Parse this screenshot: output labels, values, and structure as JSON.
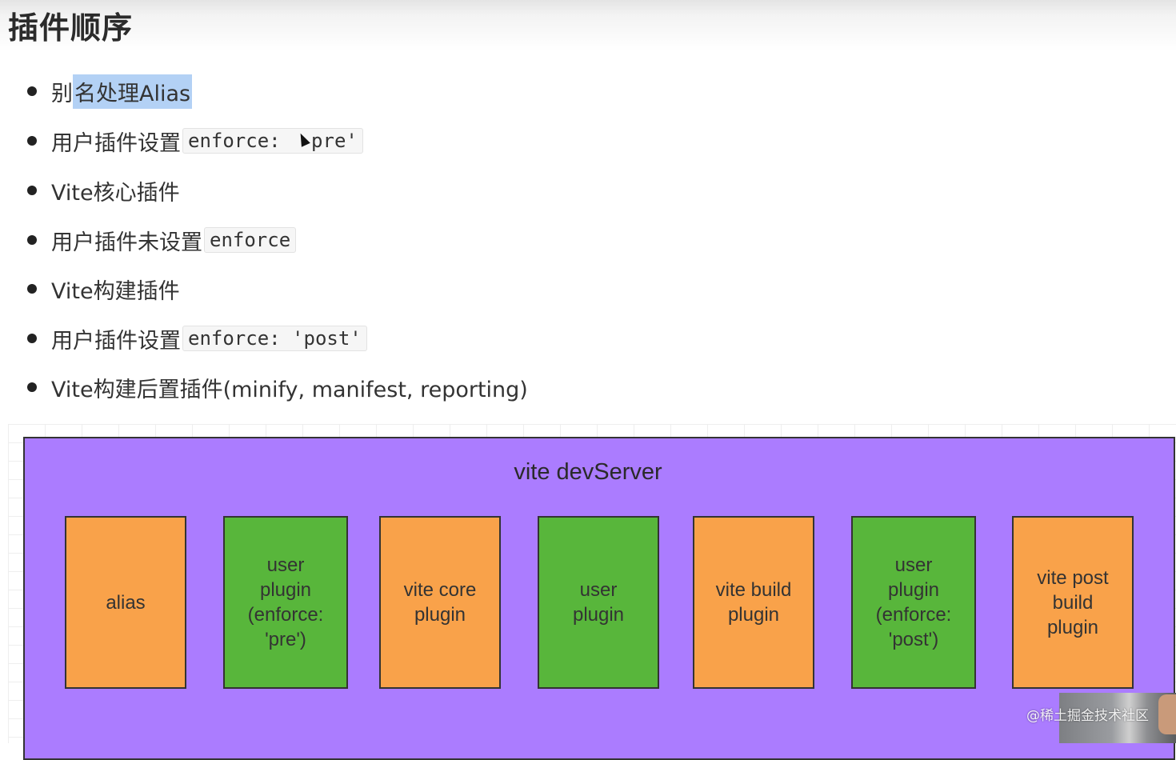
{
  "title": "插件顺序",
  "bullets": [
    {
      "pre": "别",
      "highlight": "名处理Alias"
    },
    {
      "text": "用户插件设置",
      "code_before": "enforce: ",
      "code_after": "pre'"
    },
    {
      "text": "Vite核心插件"
    },
    {
      "text": "用户插件未设置",
      "code": "enforce"
    },
    {
      "text": "Vite构建插件"
    },
    {
      "text": "用户插件设置",
      "code": "enforce: 'post'"
    },
    {
      "text": "Vite构建后置插件(minify, manifest, reporting)"
    }
  ],
  "diagram": {
    "title": "vite devServer",
    "boxes": [
      {
        "lines": [
          "alias"
        ],
        "color": "orange"
      },
      {
        "lines": [
          "user",
          "plugin",
          "(enforce:",
          "'pre')"
        ],
        "color": "green"
      },
      {
        "lines": [
          "vite core",
          "plugin"
        ],
        "color": "orange"
      },
      {
        "lines": [
          "user",
          "plugin"
        ],
        "color": "green"
      },
      {
        "lines": [
          "vite build",
          "plugin"
        ],
        "color": "orange"
      },
      {
        "lines": [
          "user",
          "plugin",
          "(enforce:",
          "'post')"
        ],
        "color": "green"
      },
      {
        "lines": [
          "vite post",
          "build",
          "plugin"
        ],
        "color": "orange"
      }
    ],
    "colors": {
      "frame": "#ab7cff",
      "orange": "#f9a24a",
      "green": "#58b63b"
    }
  },
  "watermark": "@稀土掘金技术社区"
}
